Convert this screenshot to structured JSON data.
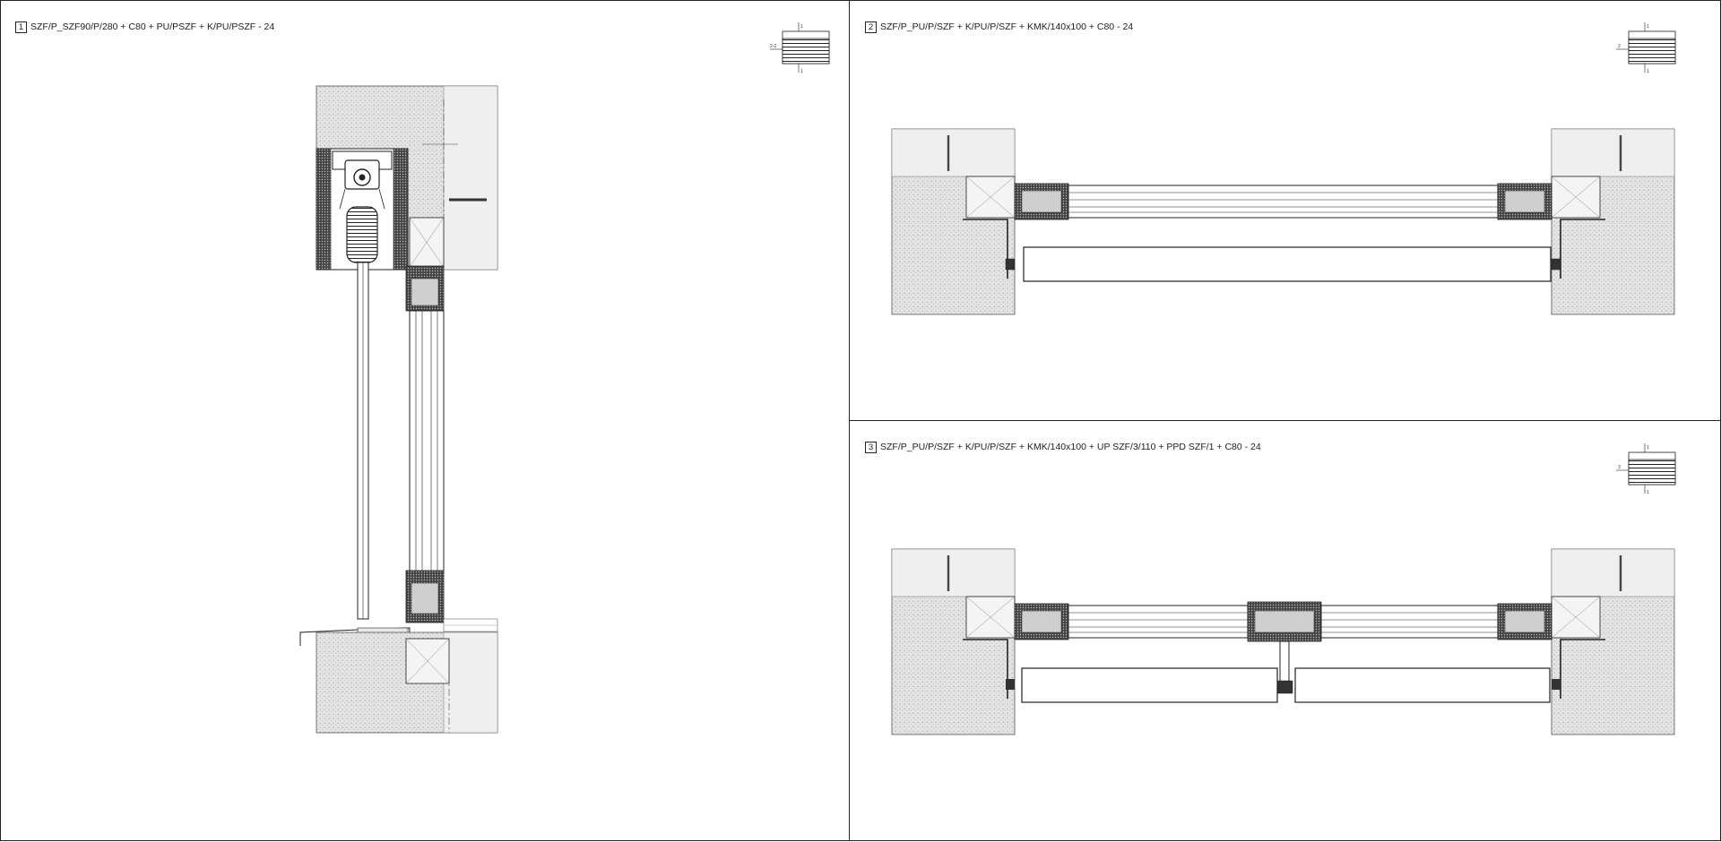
{
  "panels": [
    {
      "number": "1",
      "title": "SZF/P_SZF90/P/280 + C80 + PU/PSZF + K/PU/PSZF - 24",
      "key_labels": {
        "top": "1",
        "side": "2-2",
        "bottom": "1"
      }
    },
    {
      "number": "2",
      "title": "SZF/P_PU/P/SZF + K/PU/P/SZF + KMK/140x100 + C80 - 24",
      "key_labels": {
        "top": "1",
        "side": "2",
        "bottom": "1"
      }
    },
    {
      "number": "3",
      "title": "SZF/P_PU/P/SZF + K/PU/P/SZF + KMK/140x100 + UP SZF/3/110 + PPD SZF/1 + C80 - 24",
      "key_labels": {
        "top": "1",
        "side": "3",
        "bottom": "1"
      }
    }
  ],
  "colors": {
    "line": "#222222",
    "masonry": "#d9d9d9",
    "insulation": "#f3f3f3",
    "frame": "#bdbdbd",
    "dark": "#333333"
  }
}
